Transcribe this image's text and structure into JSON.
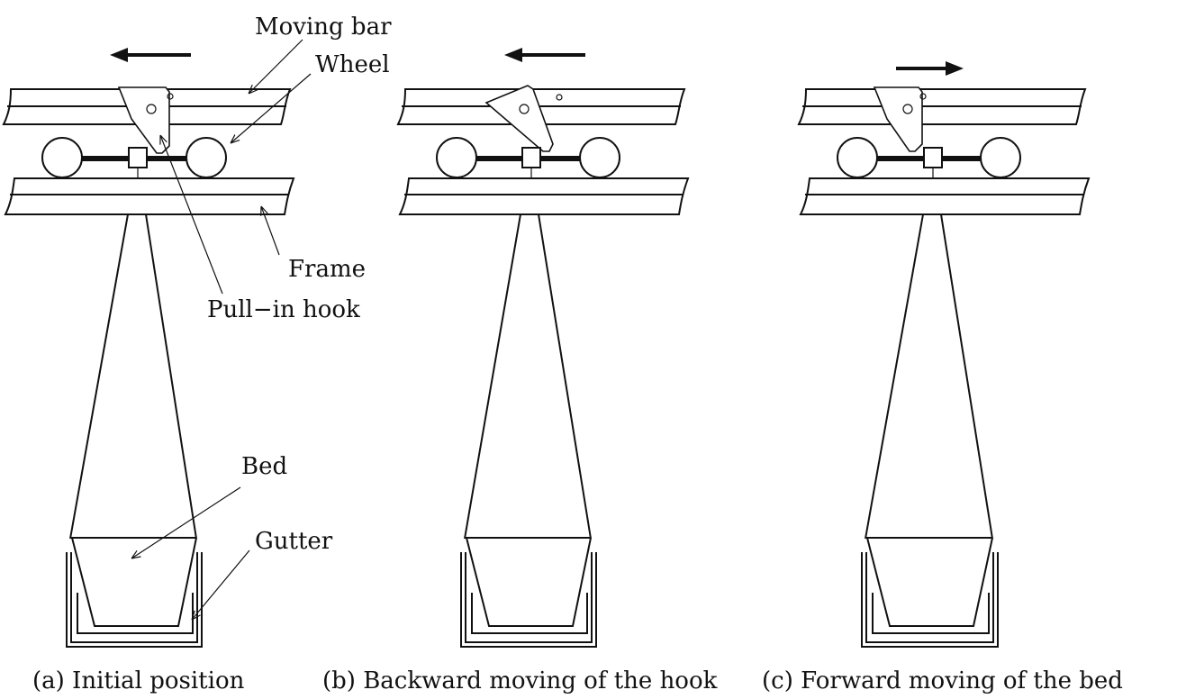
{
  "labels": {
    "moving_bar": "Moving bar",
    "wheel": "Wheel",
    "frame": "Frame",
    "pull_in_hook": "Pull−in hook",
    "bed": "Bed",
    "gutter": "Gutter"
  },
  "panels": [
    {
      "caption": "(a) Initial position",
      "arrow": "left"
    },
    {
      "caption": "(b) Backward moving of the hook",
      "arrow": "left"
    },
    {
      "caption": "(c) Forward moving of the bed",
      "arrow": "right"
    }
  ]
}
